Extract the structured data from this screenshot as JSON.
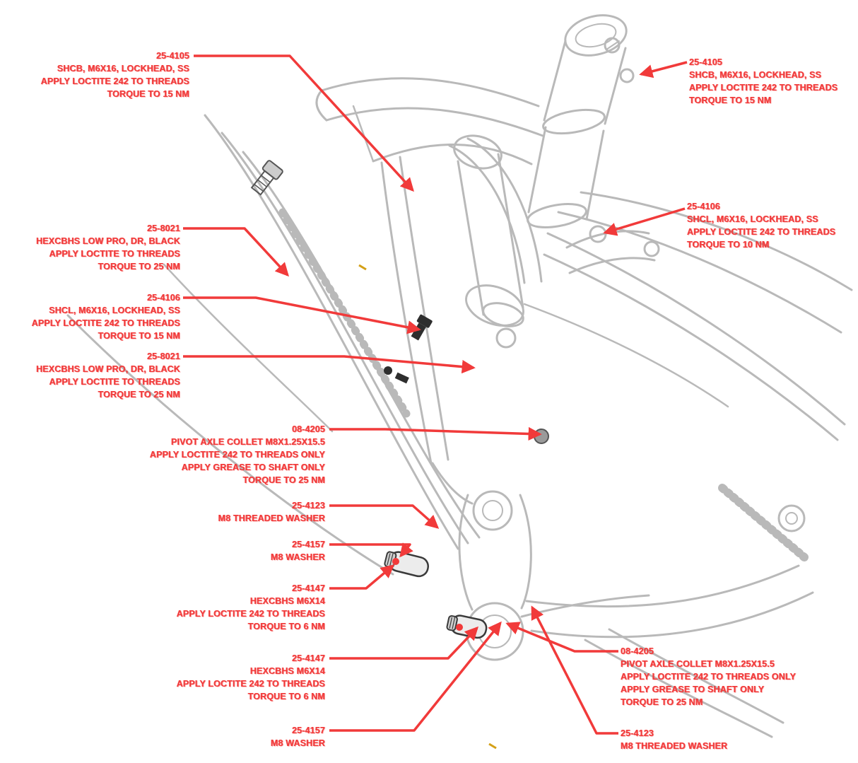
{
  "diagram": {
    "type": "bike-frame-torque-assembly-diagram",
    "colors": {
      "annotation_red": "#f13a3a",
      "line_gray": "#b9b9b9",
      "hardware_dark": "#3a3a3a",
      "marker_yellow": "#d4a017",
      "background": "#ffffff"
    },
    "labels": [
      {
        "id": "top-tube-bolt",
        "align": "right",
        "lines": [
          "25-4105",
          "SHCB, M6X16, LOCKHEAD, SS",
          "APPLY LOCTITE 242 TO THREADS",
          "TORQUE TO 15 NM"
        ]
      },
      {
        "id": "downtube-bolt-upper",
        "align": "right",
        "lines": [
          "25-8021",
          "HEXCBHS LOW PRO, DR, BLACK",
          "APPLY LOCTITE TO THREADS",
          "TORQUE TO 25 NM"
        ]
      },
      {
        "id": "downtube-bolt-lower",
        "align": "right",
        "lines": [
          "25-4106",
          "SHCL, M6X16, LOCKHEAD, SS",
          "APPLY LOCTITE 242 TO THREADS",
          "TORQUE TO 15 NM"
        ]
      },
      {
        "id": "seat-tube-bolt",
        "align": "right",
        "lines": [
          "25-8021",
          "HEXCBHS LOW PRO, DR, BLACK",
          "APPLY LOCTITE TO THREADS",
          "TORQUE TO 25 NM"
        ]
      },
      {
        "id": "main-pivot-collet",
        "align": "right",
        "lines": [
          "08-4205",
          "PIVOT AXLE COLLET M8X1.25X15.5",
          "APPLY LOCTITE 242 TO THREADS ONLY",
          "APPLY GREASE TO SHAFT ONLY",
          "TORQUE TO 25 NM"
        ]
      },
      {
        "id": "shock-threaded-washer",
        "align": "right",
        "lines": [
          "25-4123",
          "M8 THREADED WASHER"
        ]
      },
      {
        "id": "shock-washer",
        "align": "right",
        "lines": [
          "25-4157",
          "M8 WASHER"
        ]
      },
      {
        "id": "shock-bolt-upper",
        "align": "right",
        "lines": [
          "25-4147",
          "HEXCBHS M6X14",
          "APPLY LOCTITE 242 TO THREADS",
          "TORQUE TO 6 NM"
        ]
      },
      {
        "id": "shock-bolt-lower",
        "align": "right",
        "lines": [
          "25-4147",
          "HEXCBHS M6X14",
          "APPLY LOCTITE 242 TO THREADS",
          "TORQUE TO 6 NM"
        ]
      },
      {
        "id": "lower-washer",
        "align": "right",
        "lines": [
          "25-4157",
          "M8 WASHER"
        ]
      },
      {
        "id": "seatstay-ring-bolt",
        "align": "left",
        "lines": [
          "25-4105",
          "SHCB, M6X16, LOCKHEAD, SS",
          "APPLY LOCTITE 242 TO THREADS",
          "TORQUE TO 15 NM"
        ]
      },
      {
        "id": "linkage-ring-bolt",
        "align": "left",
        "lines": [
          "25-4106",
          "SHCL, M6X16, LOCKHEAD, SS",
          "APPLY LOCTITE 242 TO THREADS",
          "TORQUE TO 10 NM"
        ]
      },
      {
        "id": "chainstay-pivot-collet",
        "align": "left",
        "lines": [
          "08-4205",
          "PIVOT AXLE COLLET M8X1.25X15.5",
          "APPLY LOCTITE 242 TO THREADS ONLY",
          "APPLY GREASE TO SHAFT ONLY",
          "TORQUE TO 25 NM"
        ]
      },
      {
        "id": "chainstay-threaded-washer",
        "align": "left",
        "lines": [
          "25-4123",
          "M8 THREADED WASHER"
        ]
      }
    ]
  }
}
